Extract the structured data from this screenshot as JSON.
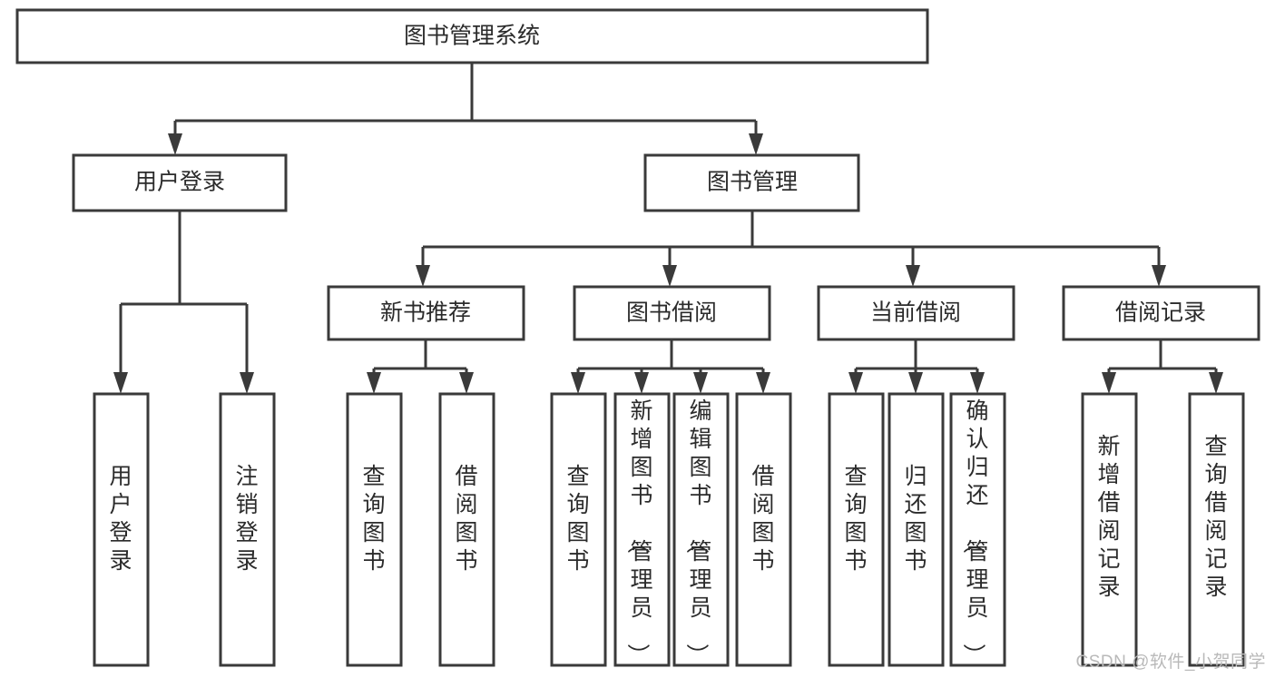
{
  "diagram": {
    "type": "tree-hierarchy-chart",
    "title": "图书管理系统",
    "watermark": "CSDN @软件_小贺同学",
    "colors": {
      "stroke": "#3a3a3a",
      "fill": "#ffffff",
      "text": "#2b2b2b",
      "watermark": "#b9b9b9"
    },
    "nodes": {
      "root": {
        "label": "图书管理系统",
        "orientation": "horizontal"
      },
      "level2": [
        {
          "id": "user-login",
          "label": "用户登录",
          "orientation": "horizontal"
        },
        {
          "id": "book-management",
          "label": "图书管理",
          "orientation": "horizontal"
        }
      ],
      "level3": [
        {
          "id": "new-book-recommend",
          "label": "新书推荐",
          "orientation": "horizontal"
        },
        {
          "id": "book-borrow",
          "label": "图书借阅",
          "orientation": "horizontal"
        },
        {
          "id": "current-borrow",
          "label": "当前借阅",
          "orientation": "horizontal"
        },
        {
          "id": "borrow-record",
          "label": "借阅记录",
          "orientation": "horizontal"
        }
      ],
      "leaves": {
        "user-login": [
          {
            "id": "leaf-user-login",
            "label": "用户登录",
            "orientation": "vertical"
          },
          {
            "id": "leaf-logout",
            "label": "注销登录",
            "orientation": "vertical"
          }
        ],
        "new-book-recommend": [
          {
            "id": "leaf-query-book-1",
            "label": "查询图书",
            "orientation": "vertical"
          },
          {
            "id": "leaf-borrow-book-1",
            "label": "借阅图书",
            "orientation": "vertical"
          }
        ],
        "book-borrow": [
          {
            "id": "leaf-query-book-2",
            "label": "查询图书",
            "orientation": "vertical"
          },
          {
            "id": "leaf-add-book",
            "label": "新增图书（管理员）",
            "orientation": "vertical"
          },
          {
            "id": "leaf-edit-book",
            "label": "编辑图书（管理员）",
            "orientation": "vertical"
          },
          {
            "id": "leaf-borrow-book-2",
            "label": "借阅图书",
            "orientation": "vertical"
          }
        ],
        "current-borrow": [
          {
            "id": "leaf-query-book-3",
            "label": "查询图书",
            "orientation": "vertical"
          },
          {
            "id": "leaf-return-book",
            "label": "归还图书",
            "orientation": "vertical"
          },
          {
            "id": "leaf-confirm-return",
            "label": "确认归还（管理员）",
            "orientation": "vertical"
          }
        ],
        "borrow-record": [
          {
            "id": "leaf-add-record",
            "label": "新增借阅记录",
            "orientation": "vertical"
          },
          {
            "id": "leaf-query-record",
            "label": "查询借阅记录",
            "orientation": "vertical"
          }
        ]
      }
    }
  }
}
